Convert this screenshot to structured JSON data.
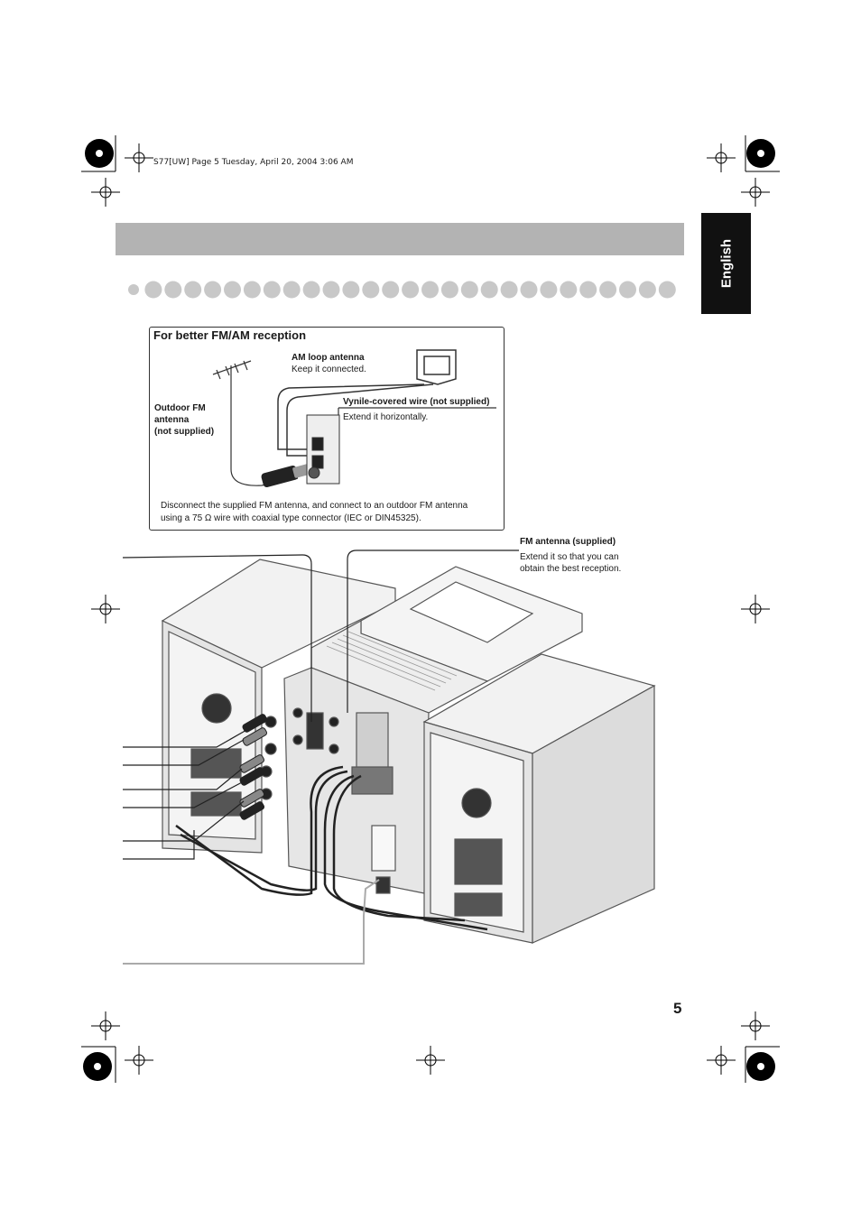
{
  "print_header": "S77[UW] Page 5 Tuesday, April 20, 2004 3:06 AM",
  "language_tab": "English",
  "reception_box": {
    "title": "For better FM/AM reception",
    "am_loop_title": "AM loop antenna",
    "am_loop_note": "Keep it connected.",
    "vinyl_wire_title": "Vynile-covered wire (not supplied)",
    "vinyl_wire_note": "Extend it horizontally.",
    "outdoor_fm_line1": "Outdoor FM",
    "outdoor_fm_line2": "antenna",
    "outdoor_fm_line3": "(not supplied)",
    "instruction_line1": "Disconnect the supplied FM antenna, and connect to an outdoor FM antenna",
    "instruction_line2": "using a 75 Ω wire with coaxial type connector (IEC or DIN45325)."
  },
  "fm_supplied": {
    "title": "FM antenna (supplied)",
    "note_line1": "Extend it so that you can",
    "note_line2": "obtain the best reception."
  },
  "page_number": "5"
}
